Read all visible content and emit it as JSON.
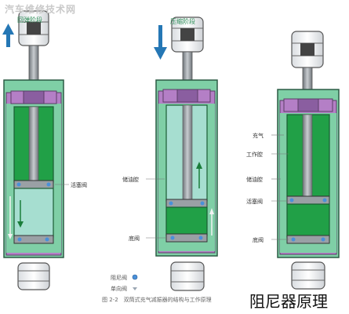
{
  "watermark": "汽车维修技术网",
  "diagrams": [
    {
      "phase": "回弹阶段",
      "arrow": "up",
      "labels": {
        "valve_top": "活塞阀"
      }
    },
    {
      "phase": "压缩阶段",
      "arrow": "down",
      "labels": {
        "reserve": "储油腔",
        "valve_bottom": "底阀"
      }
    },
    {
      "phase": "",
      "labels": {
        "gas": "充气",
        "work": "工作腔",
        "reserve": "储油腔",
        "valve_top": "活塞阀",
        "valve_bottom": "底阀"
      }
    }
  ],
  "legend": {
    "damping": "阻尼阀",
    "flow": "单向阀"
  },
  "caption": "图 2-2　双筒式充气减振器的结构与工作原理",
  "title": "阻尼器原理",
  "colors": {
    "outer": "#7fcfa6",
    "purple": "#b47fc6",
    "fluid": "#21a047",
    "fluid_light": "#a6ded0",
    "rod": "#8a8f94",
    "arrow": "#2577b5"
  }
}
